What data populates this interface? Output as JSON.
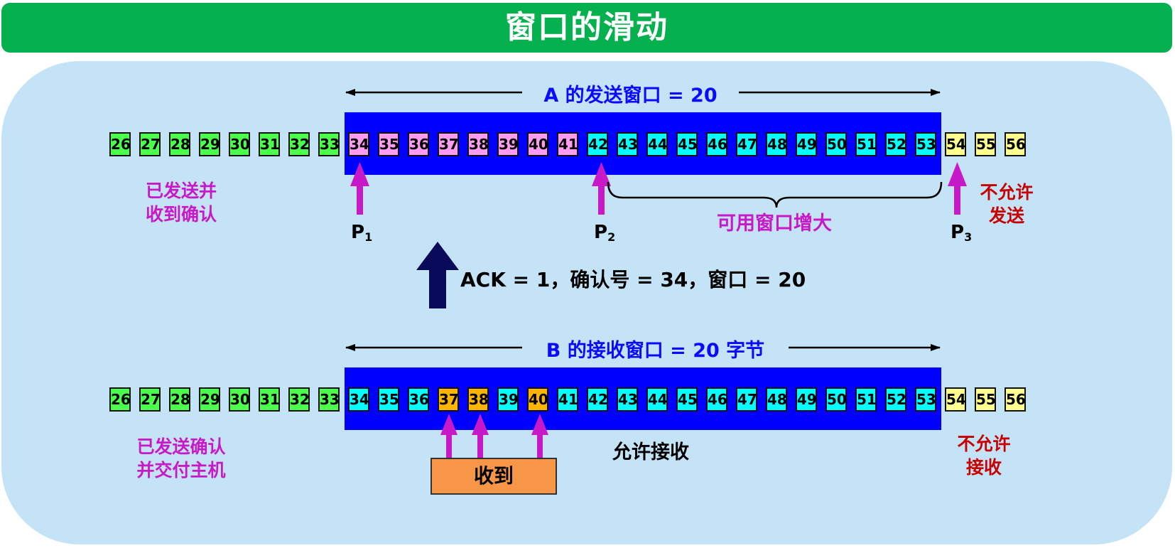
{
  "title": "窗口的滑动",
  "top": {
    "window_label": "A 的发送窗口 = 20",
    "cells": [
      {
        "n": "26",
        "c": "green"
      },
      {
        "n": "27",
        "c": "green"
      },
      {
        "n": "28",
        "c": "green"
      },
      {
        "n": "29",
        "c": "green"
      },
      {
        "n": "30",
        "c": "green"
      },
      {
        "n": "31",
        "c": "green"
      },
      {
        "n": "32",
        "c": "green"
      },
      {
        "n": "33",
        "c": "green"
      },
      {
        "n": "34",
        "c": "pink"
      },
      {
        "n": "35",
        "c": "pink"
      },
      {
        "n": "36",
        "c": "pink"
      },
      {
        "n": "37",
        "c": "pink"
      },
      {
        "n": "38",
        "c": "pink"
      },
      {
        "n": "39",
        "c": "pink"
      },
      {
        "n": "40",
        "c": "pink"
      },
      {
        "n": "41",
        "c": "pink"
      },
      {
        "n": "42",
        "c": "cyan"
      },
      {
        "n": "43",
        "c": "cyan"
      },
      {
        "n": "44",
        "c": "cyan"
      },
      {
        "n": "45",
        "c": "cyan"
      },
      {
        "n": "46",
        "c": "cyan"
      },
      {
        "n": "47",
        "c": "cyan"
      },
      {
        "n": "48",
        "c": "cyan"
      },
      {
        "n": "49",
        "c": "cyan"
      },
      {
        "n": "50",
        "c": "cyan"
      },
      {
        "n": "51",
        "c": "cyan"
      },
      {
        "n": "52",
        "c": "cyan"
      },
      {
        "n": "53",
        "c": "cyan"
      },
      {
        "n": "54",
        "c": "yellow"
      },
      {
        "n": "55",
        "c": "yellow"
      },
      {
        "n": "56",
        "c": "yellow"
      }
    ],
    "left_label_line1": "已发送并",
    "left_label_line2": "收到确认",
    "right_label_line1": "不允许",
    "right_label_line2": "发送",
    "available_label": "可用窗口增大",
    "p1": "P",
    "p1_sub": "1",
    "p2": "P",
    "p2_sub": "2",
    "p3": "P",
    "p3_sub": "3"
  },
  "ack_text": "ACK = 1，确认号 = 34，窗口 = 20",
  "bottom": {
    "window_label": "B 的接收窗口 = 20 字节",
    "cells": [
      {
        "n": "26",
        "c": "green"
      },
      {
        "n": "27",
        "c": "green"
      },
      {
        "n": "28",
        "c": "green"
      },
      {
        "n": "29",
        "c": "green"
      },
      {
        "n": "30",
        "c": "green"
      },
      {
        "n": "31",
        "c": "green"
      },
      {
        "n": "32",
        "c": "green"
      },
      {
        "n": "33",
        "c": "green"
      },
      {
        "n": "34",
        "c": "cyan"
      },
      {
        "n": "35",
        "c": "cyan"
      },
      {
        "n": "36",
        "c": "cyan"
      },
      {
        "n": "37",
        "c": "orange"
      },
      {
        "n": "38",
        "c": "orange"
      },
      {
        "n": "39",
        "c": "cyan"
      },
      {
        "n": "40",
        "c": "orange"
      },
      {
        "n": "41",
        "c": "cyan"
      },
      {
        "n": "42",
        "c": "cyan"
      },
      {
        "n": "43",
        "c": "cyan"
      },
      {
        "n": "44",
        "c": "cyan"
      },
      {
        "n": "45",
        "c": "cyan"
      },
      {
        "n": "46",
        "c": "cyan"
      },
      {
        "n": "47",
        "c": "cyan"
      },
      {
        "n": "48",
        "c": "cyan"
      },
      {
        "n": "49",
        "c": "cyan"
      },
      {
        "n": "50",
        "c": "cyan"
      },
      {
        "n": "51",
        "c": "cyan"
      },
      {
        "n": "52",
        "c": "cyan"
      },
      {
        "n": "53",
        "c": "cyan"
      },
      {
        "n": "54",
        "c": "yellow"
      },
      {
        "n": "55",
        "c": "yellow"
      },
      {
        "n": "56",
        "c": "yellow"
      }
    ],
    "left_label_line1": "已发送确认",
    "left_label_line2": "并交付主机",
    "allowed_label": "允许接收",
    "right_label_line1": "不允许",
    "right_label_line2": "接收",
    "received_label": "收到"
  },
  "colors": {
    "banner": "#05b04f",
    "panel": "#c5e3f6",
    "window": "#0000ff",
    "magenta": "#c819c8",
    "dark_red": "#c80000",
    "ack_arrow": "#0a0a5a"
  }
}
